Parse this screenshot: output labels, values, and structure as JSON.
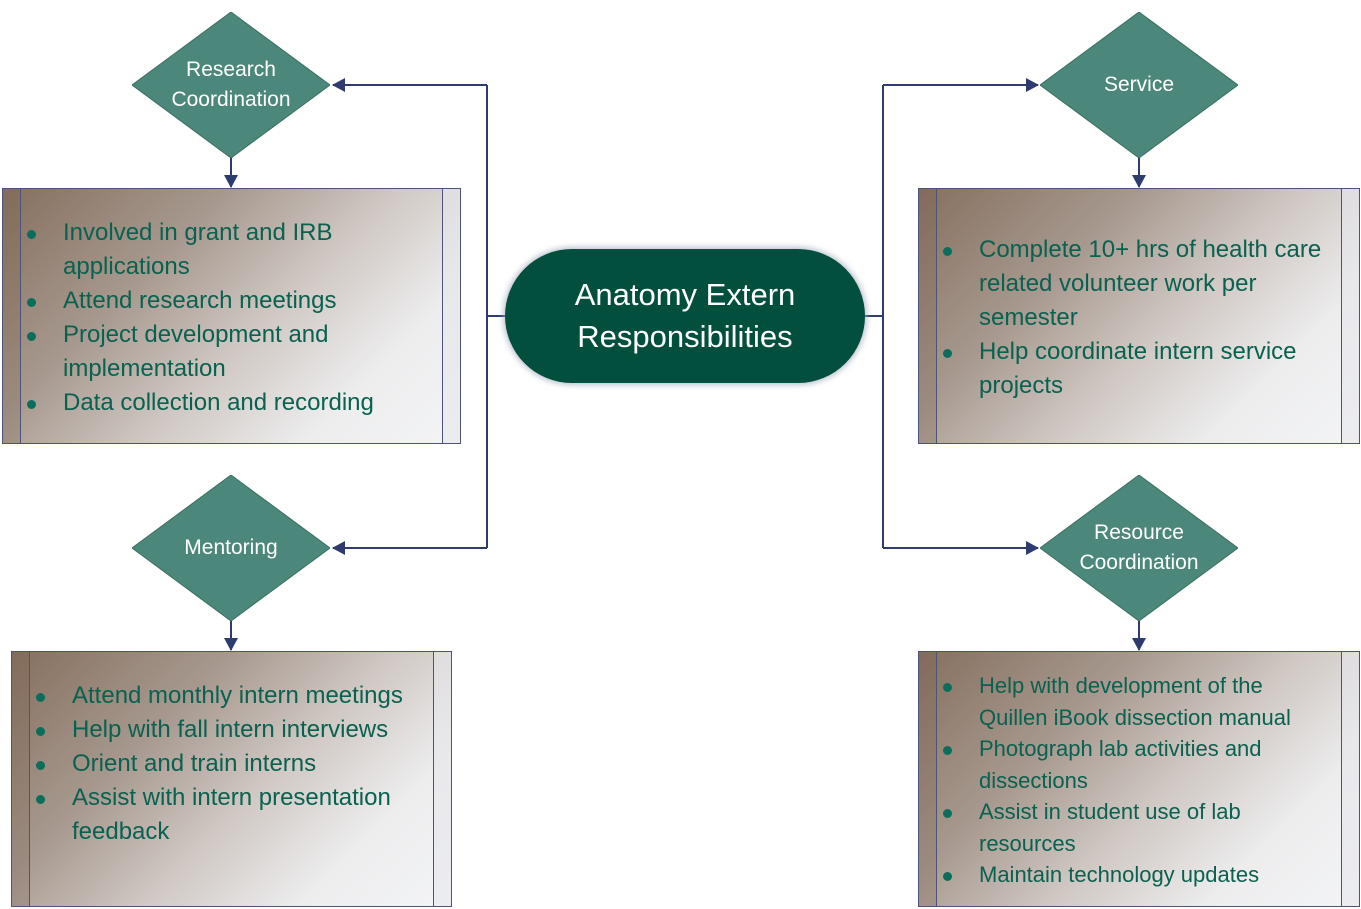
{
  "center": {
    "title": "Anatomy Extern\nResponsibilities"
  },
  "colors": {
    "center_fill": "#034f3e",
    "diamond_fill": "#4b877a",
    "connector": "#2e3b6e",
    "bullet_text": "#09614f"
  },
  "branches": [
    {
      "id": "research-coordination",
      "label": "Research\nCoordination",
      "items": [
        "Involved in grant and IRB applications",
        "Attend research meetings",
        "Project development and implementation",
        "Data collection and recording"
      ]
    },
    {
      "id": "mentoring",
      "label": "Mentoring",
      "items": [
        "Attend monthly intern meetings",
        "Help with fall intern interviews",
        "Orient and train interns",
        "Assist with intern presentation feedback"
      ]
    },
    {
      "id": "service",
      "label": "Service",
      "items": [
        "Complete 10+ hrs of health care related volunteer work per semester",
        "Help coordinate intern service projects"
      ]
    },
    {
      "id": "resource-coordination",
      "label": "Resource\nCoordination",
      "items": [
        "Help with development of the Quillen iBook dissection manual",
        "Photograph lab activities and dissections",
        "Assist in student use of lab resources",
        "Maintain technology updates"
      ]
    }
  ]
}
